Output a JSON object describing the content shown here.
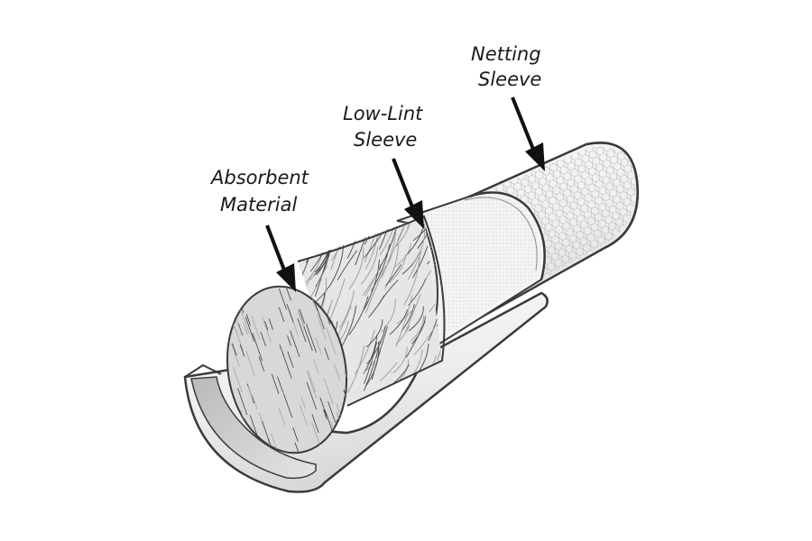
{
  "diagram": {
    "labels": {
      "netting": {
        "line1": "Netting",
        "line2": "Sleeve"
      },
      "lowlint": {
        "line1": "Low-Lint",
        "line2": "Sleeve"
      },
      "absorbent": {
        "line1": "Absorbent",
        "line2": "Material"
      }
    },
    "colors": {
      "outline": "#3a3a3a",
      "shell": "#f1f1f1",
      "shell_shadow": "#d9d9d9",
      "inner": "#cfcfcf",
      "fiber_dark": "#4a4a4a",
      "fiber_light": "#9a9a9a",
      "arrow": "#111111"
    }
  }
}
